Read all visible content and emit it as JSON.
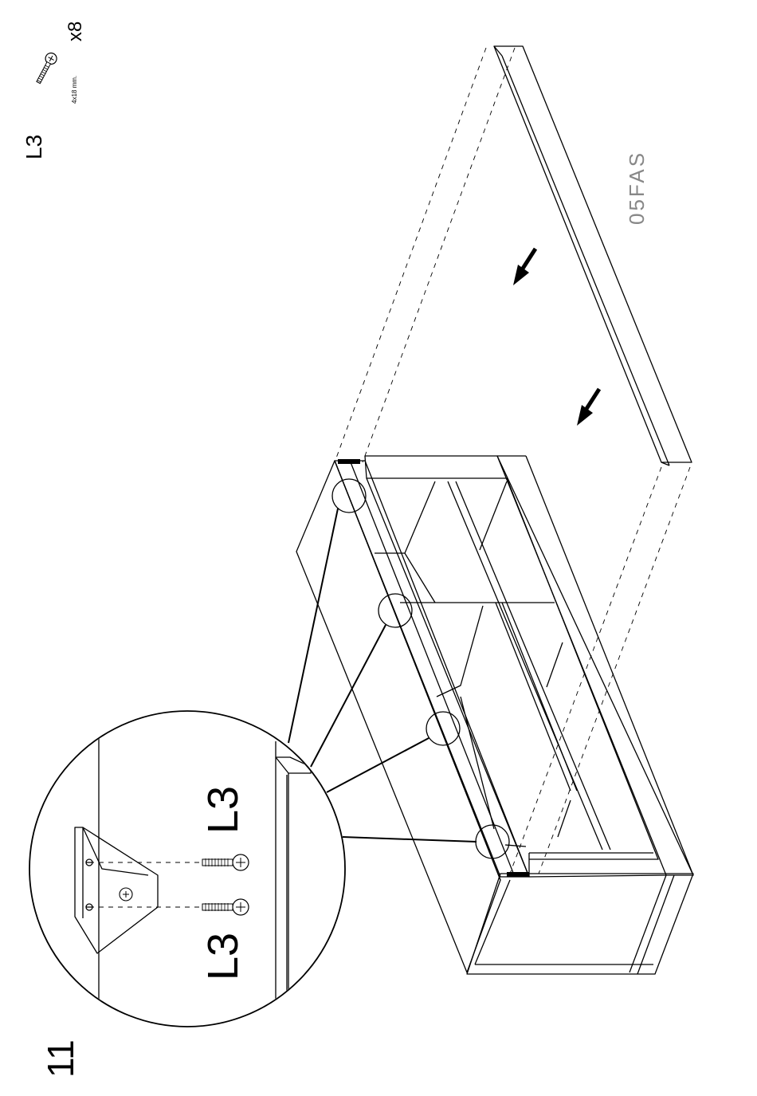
{
  "step": {
    "number": "11"
  },
  "hardware": {
    "code": "L3",
    "size": "4x18 mm.",
    "quantity": "x8"
  },
  "panel": {
    "code": "05FAS"
  },
  "detail": {
    "label_top": "L3",
    "label_bottom": "L3"
  },
  "icons": [
    "screw-icon",
    "arrow-icon",
    "corner-bracket-icon"
  ],
  "colors": {
    "line": "#000000",
    "panel_code": "#888888"
  }
}
